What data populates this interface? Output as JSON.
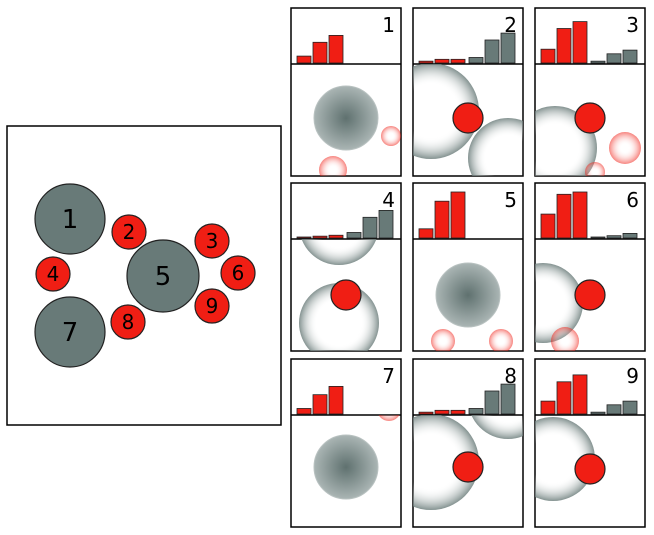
{
  "colors": {
    "red": "#f01e14",
    "gray": "#687a78",
    "stroke": "#222222",
    "frame": "#000000"
  },
  "overview": {
    "circles": [
      {
        "label": "1",
        "kind": "gray"
      },
      {
        "label": "2",
        "kind": "red"
      },
      {
        "label": "3",
        "kind": "red"
      },
      {
        "label": "4",
        "kind": "red"
      },
      {
        "label": "5",
        "kind": "gray"
      },
      {
        "label": "6",
        "kind": "red"
      },
      {
        "label": "7",
        "kind": "gray"
      },
      {
        "label": "8",
        "kind": "red"
      },
      {
        "label": "9",
        "kind": "red"
      }
    ]
  },
  "panels": [
    {
      "label": "1",
      "center": "gray",
      "histogram": {
        "red": [
          0.15,
          0.45,
          0.6
        ],
        "gray": [
          0,
          0,
          0
        ]
      }
    },
    {
      "label": "2",
      "center": "red",
      "histogram": {
        "red": [
          0.04,
          0.08,
          0.08
        ],
        "gray": [
          0.12,
          0.5,
          0.65
        ]
      }
    },
    {
      "label": "3",
      "center": "red",
      "histogram": {
        "red": [
          0.3,
          0.75,
          0.9
        ],
        "gray": [
          0.04,
          0.2,
          0.28
        ]
      }
    },
    {
      "label": "4",
      "center": "red",
      "histogram": {
        "red": [
          0.02,
          0.04,
          0.06
        ],
        "gray": [
          0.12,
          0.45,
          0.6
        ]
      }
    },
    {
      "label": "5",
      "center": "gray",
      "histogram": {
        "red": [
          0.2,
          0.8,
          1.0
        ],
        "gray": [
          0,
          0,
          0
        ]
      }
    },
    {
      "label": "6",
      "center": "red",
      "histogram": {
        "red": [
          0.52,
          0.95,
          1.0
        ],
        "gray": [
          0.02,
          0.05,
          0.1
        ]
      }
    },
    {
      "label": "7",
      "center": "gray",
      "histogram": {
        "red": [
          0.12,
          0.42,
          0.6
        ],
        "gray": [
          0,
          0,
          0
        ]
      }
    },
    {
      "label": "8",
      "center": "red",
      "histogram": {
        "red": [
          0.04,
          0.08,
          0.08
        ],
        "gray": [
          0.12,
          0.5,
          0.65
        ]
      }
    },
    {
      "label": "9",
      "center": "red",
      "histogram": {
        "red": [
          0.28,
          0.7,
          0.85
        ],
        "gray": [
          0.04,
          0.2,
          0.28
        ]
      }
    }
  ]
}
